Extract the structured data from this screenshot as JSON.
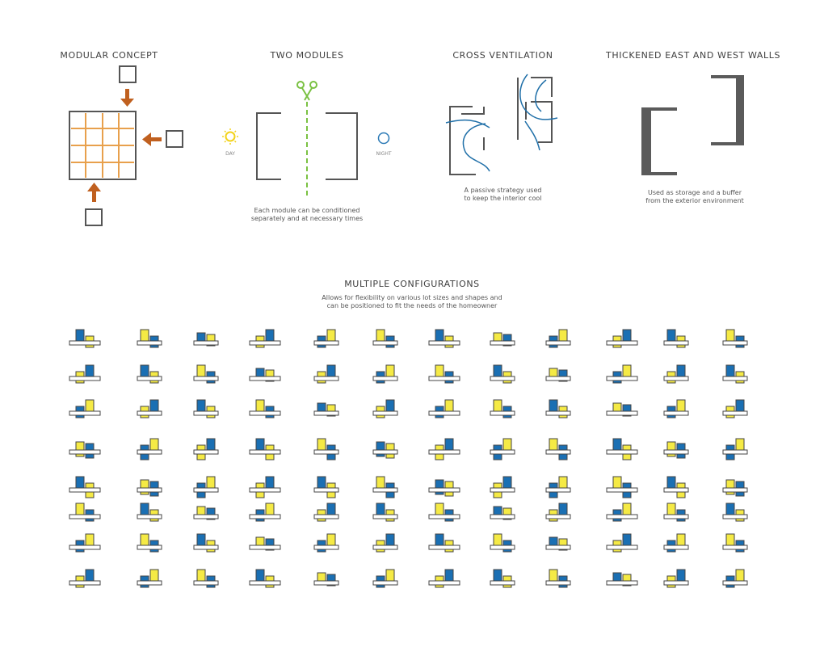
{
  "panels": {
    "modular": {
      "title": "MODULAR CONCEPT"
    },
    "two": {
      "title": "TWO MODULES",
      "day_label": "DAY",
      "night_label": "NIGHT",
      "caption_l1": "Each module can be conditioned",
      "caption_l2": "separately and at necessary times"
    },
    "cross": {
      "title": "CROSS VENTILATION",
      "caption_l1": "A passive strategy used",
      "caption_l2": "to keep the interior cool"
    },
    "walls": {
      "title": "THICKENED EAST AND WEST WALLS",
      "caption_l1": "Used as storage and a buffer",
      "caption_l2": "from the exterior environment"
    }
  },
  "configurations": {
    "title": "MULTIPLE CONFIGURATIONS",
    "subtitle_l1": "Allows for flexibility on various lot sizes and shapes and",
    "subtitle_l2": "can be positioned to fit the needs of the homeowner",
    "grid": {
      "columns": 12,
      "rows": 8
    }
  },
  "colors": {
    "outline": "#555555",
    "grid_orange": "#e8a04c",
    "arrow": "#c0601f",
    "scissors_green": "#7ac142",
    "day_sun": "#f2d21b",
    "night_blue": "#2a79b5",
    "airflow_blue": "#1f6fa8",
    "wall_grey": "#5b5b5b",
    "module_blue": "#1a6fb3",
    "module_yellow": "#f5ea45"
  }
}
